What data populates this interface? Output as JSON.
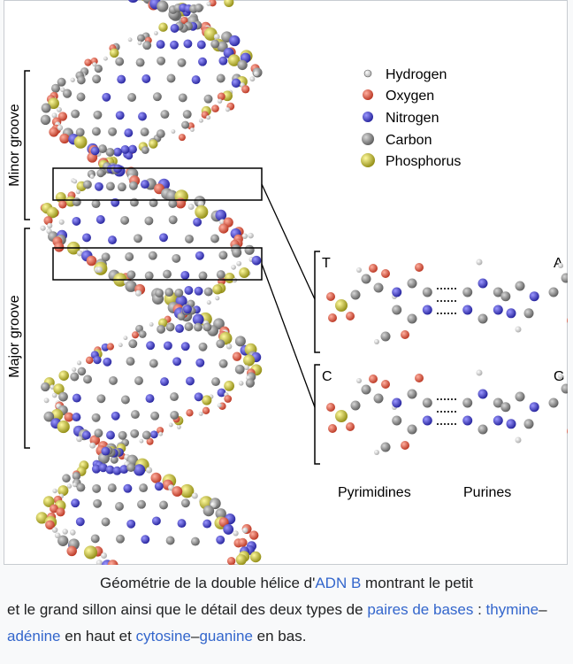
{
  "legend": {
    "items": [
      {
        "label": "Hydrogen",
        "color": "#f0f0f0"
      },
      {
        "label": "Oxygen",
        "color": "#e0604a"
      },
      {
        "label": "Nitrogen",
        "color": "#4a46c8"
      },
      {
        "label": "Carbon",
        "color": "#8e8e8e"
      },
      {
        "label": "Phosphorus",
        "color": "#c9c22a"
      }
    ]
  },
  "labels": {
    "minor_groove": "Minor groove",
    "major_groove": "Major groove",
    "T": "T",
    "A": "A",
    "C": "C",
    "G": "G",
    "pyrimidines": "Pyrimidines",
    "purines": "Purines"
  },
  "caption": {
    "part1": "Géométrie de la double hélice d'",
    "link_adn": "ADN B",
    "part2": " montrant le petit",
    "part3": "et le grand sillon ainsi que le détail des deux types de ",
    "link_paires": "paires de bases",
    "part4": " : ",
    "link_thymine": "thymine",
    "dash1": "–",
    "link_adenine": "adénine",
    "part5": " en haut et ",
    "link_cytosine": "cytosine",
    "dash2": "–",
    "link_guanine": "guanine",
    "part6": " en bas."
  }
}
